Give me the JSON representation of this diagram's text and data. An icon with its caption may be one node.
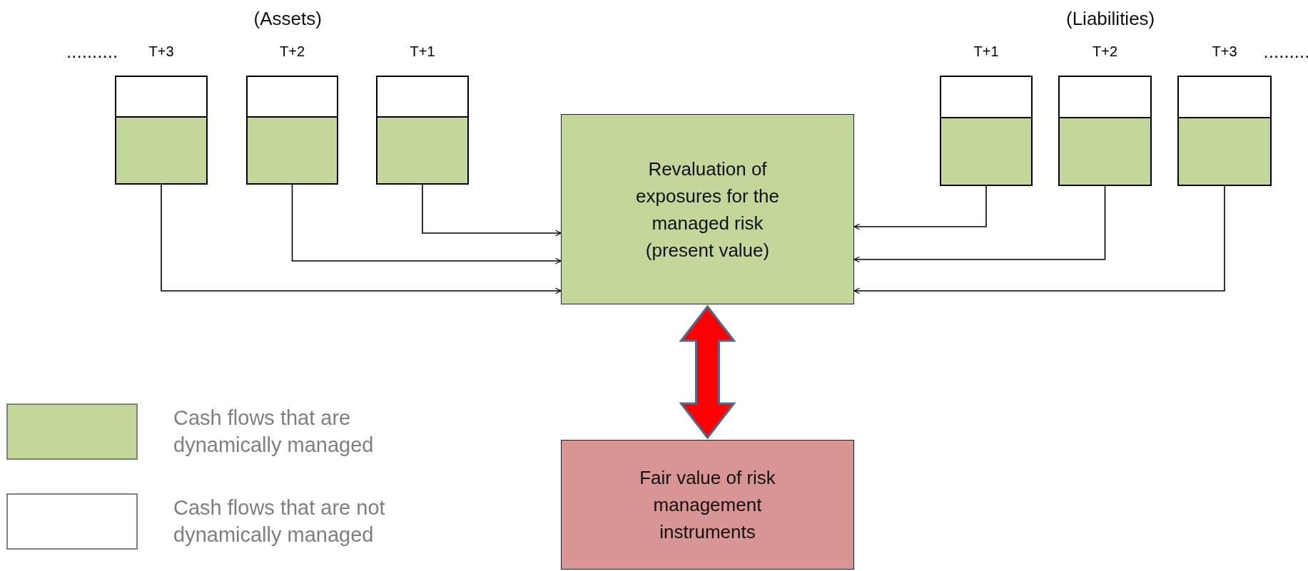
{
  "diagram": {
    "nodes": [
      {
        "text": [],
        "shape": "box",
        "beside": [
          "T+3"
        ]
      },
      {
        "text": [],
        "shape": "box",
        "beside": [
          "T+2"
        ]
      },
      {
        "text": [],
        "shape": "box",
        "beside": [
          "T+1"
        ]
      },
      {
        "text": [
          "Revaluation of exposures for the managed risk (present value)"
        ]
      },
      {
        "text": [],
        "shape": "box",
        "beside": [
          "T+1"
        ]
      },
      {
        "text": [],
        "shape": "box",
        "beside": [
          "T+2"
        ]
      },
      {
        "text": [],
        "shape": "box",
        "beside": [
          "T+3"
        ]
      },
      {
        "text": [
          "Fair value of risk management instruments"
        ]
      }
    ],
    "edges": [
      {
        "from": 2,
        "to": 3,
        "arrow": "to"
      },
      {
        "from": 1,
        "to": 3,
        "arrow": "to"
      },
      {
        "from": 0,
        "to": 3,
        "arrow": "to"
      },
      {
        "from": 4,
        "to": 3,
        "arrow": "to"
      },
      {
        "from": 5,
        "to": 3,
        "arrow": "to"
      },
      {
        "from": 6,
        "to": 3,
        "arrow": "to"
      },
      {
        "from": 3,
        "to": 7,
        "arrow": "both",
        "style": "thick",
        "color": "#ff0000"
      }
    ],
    "labels": [
      "(Assets)",
      "(Liabilities)",
      "..........",
      "........."
    ],
    "legend": [
      {
        "text": "Cash flows that are dynamically managed",
        "color": "#c4d79b"
      },
      {
        "text": "Cash flows that are not dynamically managed",
        "color": "#ffffff"
      }
    ]
  }
}
